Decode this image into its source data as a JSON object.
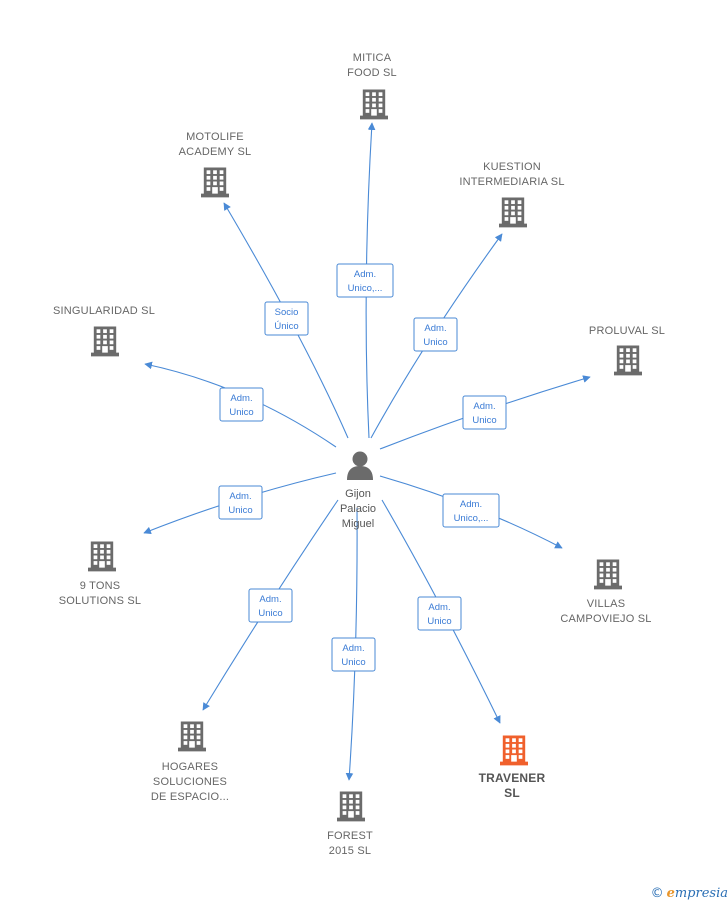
{
  "center": {
    "lines": [
      "Gijon",
      "Palacio",
      "Miguel"
    ],
    "color": "#6b6b6b"
  },
  "colors": {
    "edge": "#4a8ad6",
    "building": "#6b6b6b",
    "highlight": "#f0602c",
    "label": "#3a7bd5"
  },
  "nodes": [
    {
      "id": "mitica",
      "lines": [
        "MITICA",
        "FOOD  SL"
      ],
      "highlight": false
    },
    {
      "id": "motolife",
      "lines": [
        "MOTOLIFE",
        "ACADEMY  SL"
      ],
      "highlight": false
    },
    {
      "id": "kuestion",
      "lines": [
        "KUESTION",
        "INTERMEDIARIA SL"
      ],
      "highlight": false
    },
    {
      "id": "singularidad",
      "lines": [
        "SINGULARIDAD SL"
      ],
      "highlight": false
    },
    {
      "id": "proluval",
      "lines": [
        "PROLUVAL SL"
      ],
      "highlight": false
    },
    {
      "id": "nine-tons",
      "lines": [
        "9 TONS",
        "SOLUTIONS  SL"
      ],
      "highlight": false
    },
    {
      "id": "villas",
      "lines": [
        "VILLAS",
        "CAMPOVIEJO SL"
      ],
      "highlight": false
    },
    {
      "id": "hogares",
      "lines": [
        "HOGARES",
        "SOLUCIONES",
        "DE ESPACIO..."
      ],
      "highlight": false
    },
    {
      "id": "travener",
      "lines": [
        "TRAVENER",
        "SL"
      ],
      "highlight": true
    },
    {
      "id": "forest",
      "lines": [
        "FOREST",
        "2015  SL"
      ],
      "highlight": false
    }
  ],
  "edges": [
    {
      "to": "mitica",
      "label": [
        "Adm.",
        "Unico,..."
      ]
    },
    {
      "to": "motolife",
      "label": [
        "Socio",
        "Único"
      ]
    },
    {
      "to": "kuestion",
      "label": [
        "Adm.",
        "Unico"
      ]
    },
    {
      "to": "singularidad",
      "label": [
        "Adm.",
        "Unico"
      ]
    },
    {
      "to": "proluval",
      "label": [
        "Adm.",
        "Unico"
      ]
    },
    {
      "to": "nine-tons",
      "label": [
        "Adm.",
        "Unico"
      ]
    },
    {
      "to": "villas",
      "label": [
        "Adm.",
        "Unico,..."
      ]
    },
    {
      "to": "hogares",
      "label": [
        "Adm.",
        "Unico"
      ]
    },
    {
      "to": "travener",
      "label": [
        "Adm.",
        "Unico"
      ]
    },
    {
      "to": "forest",
      "label": [
        "Adm.",
        "Unico"
      ]
    }
  ],
  "footer": {
    "copyright": "©",
    "brand_first": "e",
    "brand_rest": "mpresia"
  }
}
